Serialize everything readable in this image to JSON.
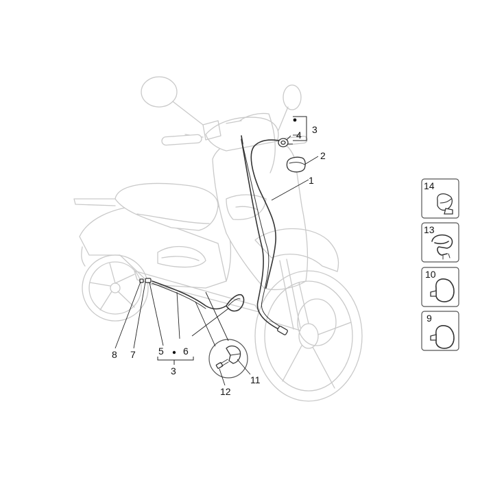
{
  "callouts": {
    "c1": "1",
    "c2": "2",
    "c3_top": "3",
    "c4": "4",
    "c5": "5",
    "c6": "6",
    "c3_bottom": "3",
    "c7": "7",
    "c8": "8",
    "c9": "9",
    "c10": "10",
    "c11": "11",
    "c12": "12",
    "c13": "13",
    "c14": "14"
  },
  "icons": {
    "scooter": "scooter-outline-icon",
    "cable": "brake-cable-icon",
    "clip": "cable-clip-icon",
    "screw": "screw-icon"
  },
  "colors": {
    "ghost_outline": "#c9c9c9",
    "part_line": "#333333",
    "text": "#111111"
  }
}
